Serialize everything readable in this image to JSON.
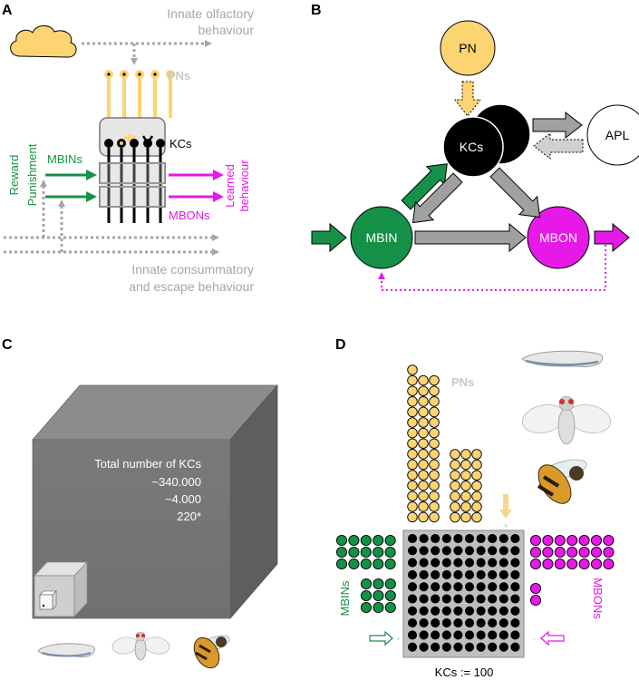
{
  "panels": {
    "a": {
      "letter": "A",
      "innate_olfactory": [
        "Innate olfactory",
        "behaviour"
      ],
      "pns": "PNs",
      "kcs": "KCs",
      "reward": "Reward",
      "punishment": "Punishment",
      "mbins": "MBINs",
      "mbons": "MBONs",
      "learned": [
        "Learned",
        "behaviour"
      ],
      "innate_consummatory": [
        "Innate consummatory",
        "and escape behaviour"
      ]
    },
    "b": {
      "letter": "B",
      "pn": "PN",
      "kcs": "KCs",
      "apl": "APL",
      "mbin": "MBIN",
      "mbon": "MBON"
    },
    "c": {
      "letter": "C",
      "heading": "Total number of KCs",
      "counts": [
        "~340.000",
        "~4.000",
        "220*"
      ]
    },
    "d": {
      "letter": "D",
      "pns": "PNs",
      "mbins": "MBINs",
      "mbons": "MBONs",
      "kcs_note": "KCs := 100"
    }
  },
  "colors": {
    "pn_yellow": "#fdd472",
    "mbin_green": "#149146",
    "mbon_magenta": "#e619e6",
    "innate_gray": "#a6a6a6",
    "arrow_gray": "#a0a0a0"
  },
  "icons": [
    "cloud-icon",
    "larva-icon",
    "fruit-fly-icon",
    "honeybee-icon"
  ]
}
